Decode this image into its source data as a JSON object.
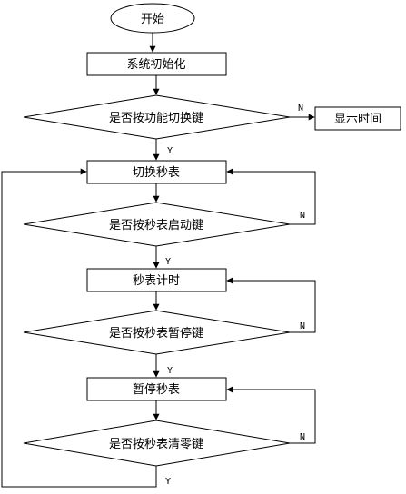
{
  "flowchart": {
    "start": "开始",
    "init": "系统初始化",
    "q_function": "是否按功能切换键",
    "show_time": "显示时间",
    "switch_stopwatch": "切换秒表",
    "q_start": "是否按秒表启动键",
    "timing": "秒表计时",
    "q_pause": "是否按秒表暂停键",
    "pause": "暂停秒表",
    "q_clear": "是否按秒表清零键",
    "yes": "Y",
    "no": "N"
  },
  "colors": {
    "line": "#000000",
    "fill": "#ffffff"
  }
}
